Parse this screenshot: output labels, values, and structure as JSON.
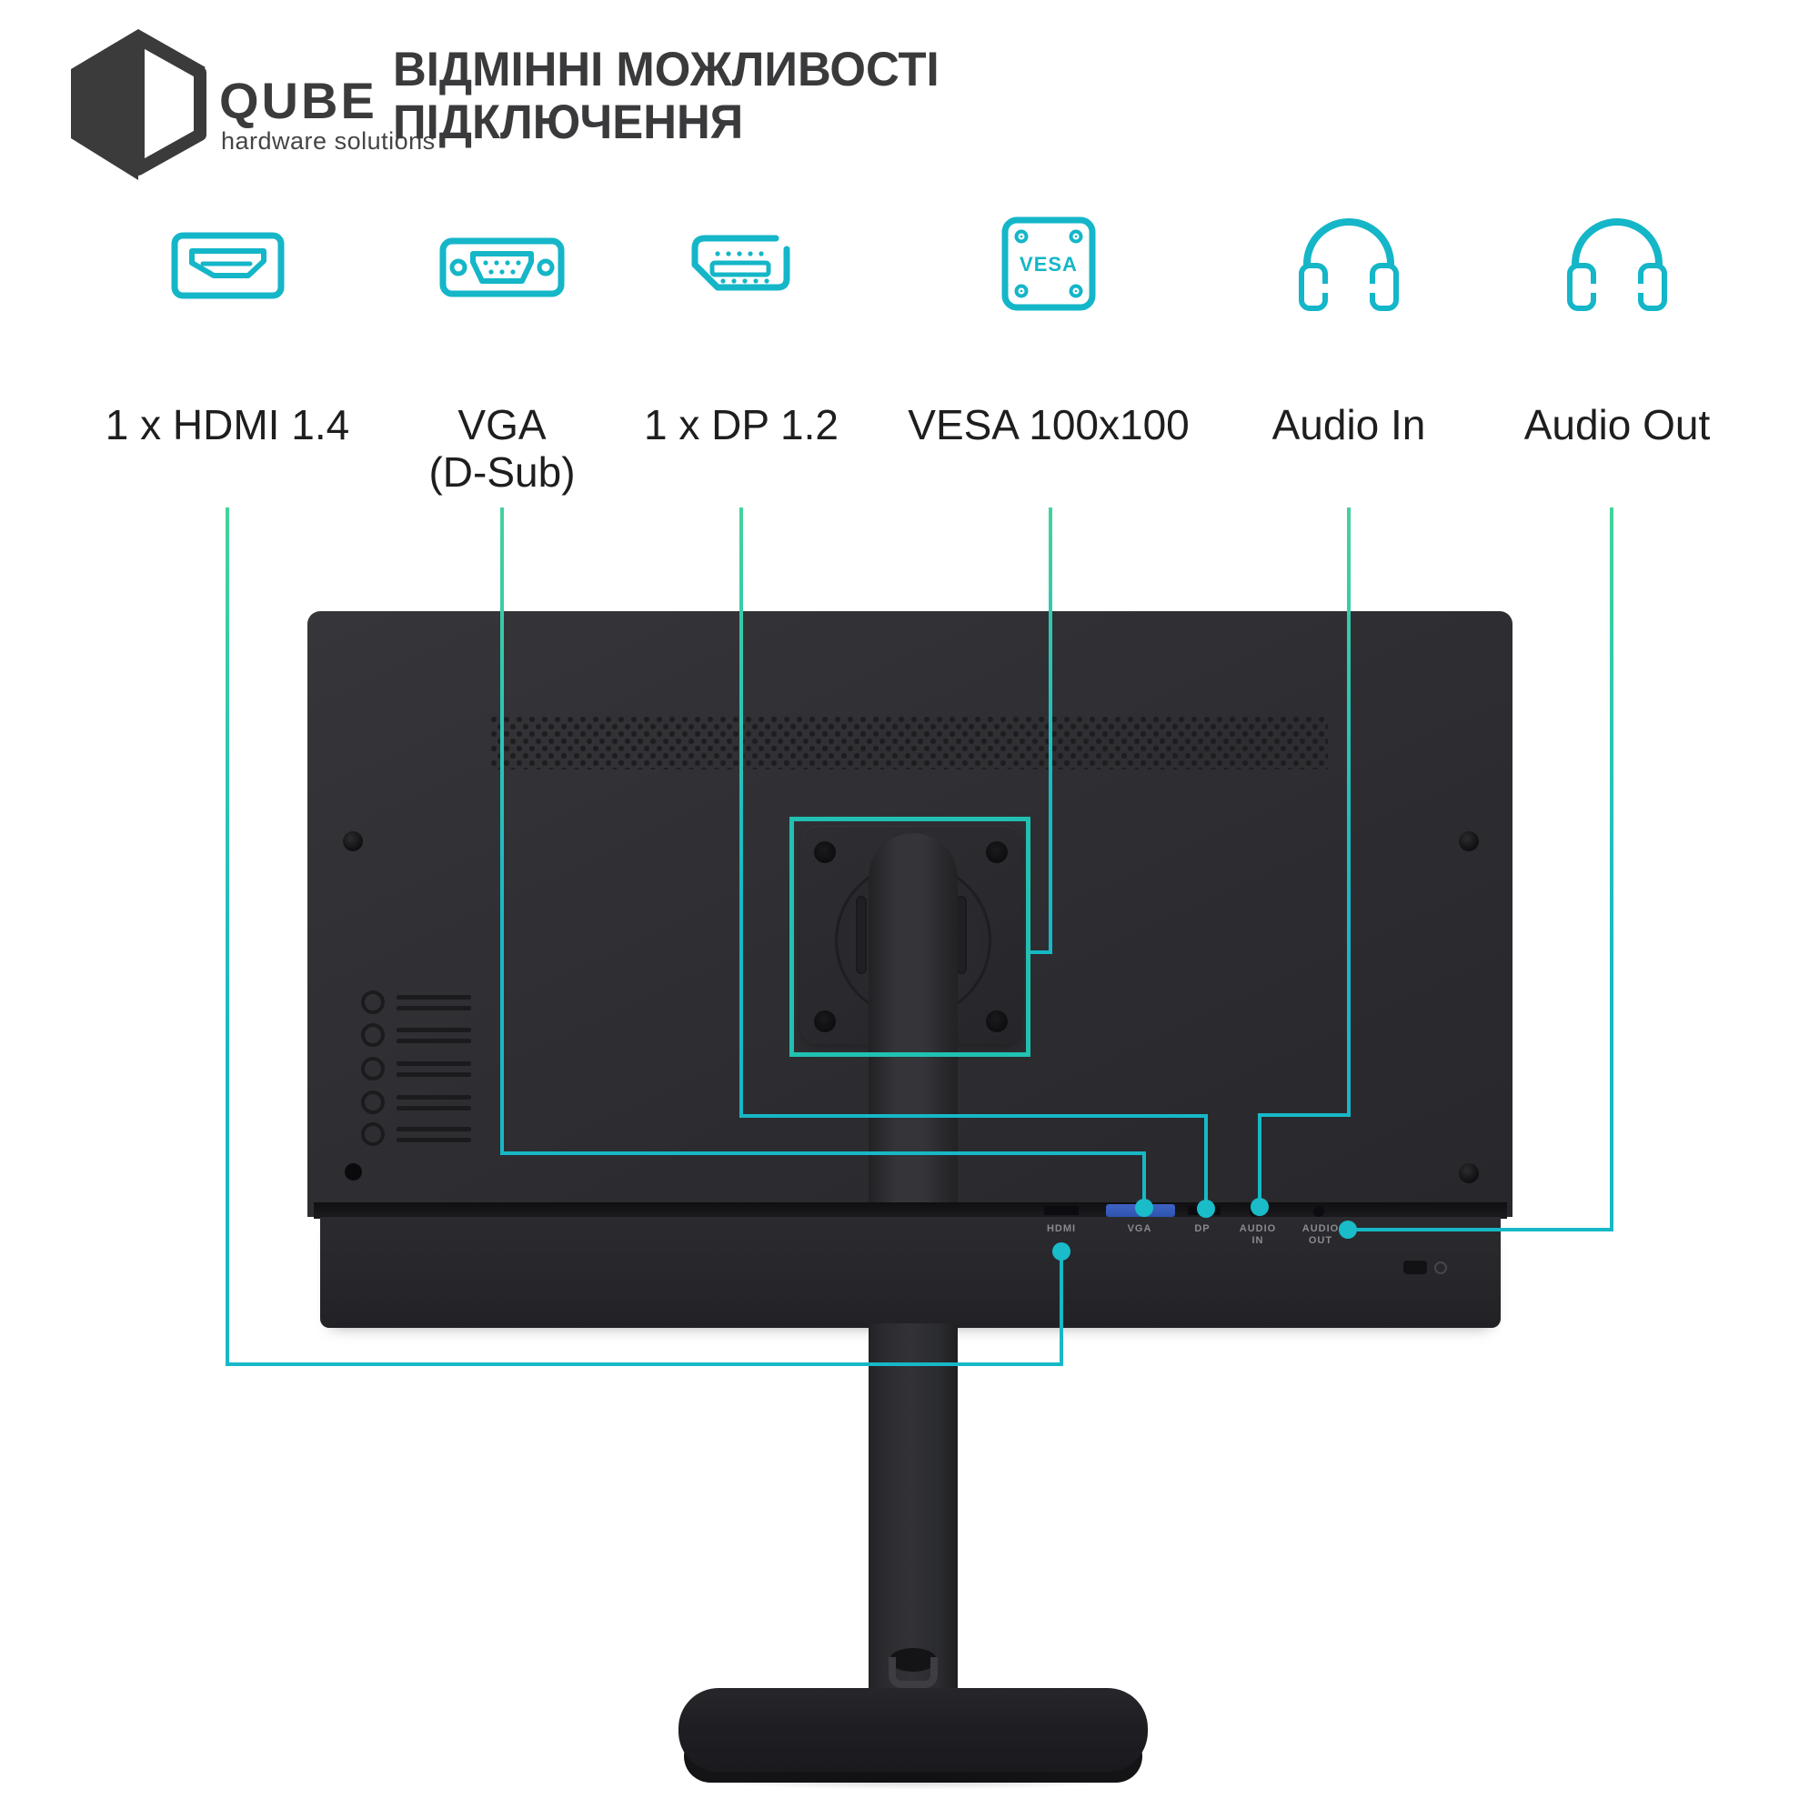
{
  "brand": {
    "name": "QUBE",
    "tagline": "hardware solutions"
  },
  "title": {
    "line1": "ВІДМІННІ МОЖЛИВОСТІ",
    "line2": "ПІДКЛЮЧЕННЯ"
  },
  "connectivity": {
    "items": [
      {
        "icon": "hdmi-port-icon",
        "label_line1": "1 x HDMI 1.4",
        "label_line2": ""
      },
      {
        "icon": "vga-port-icon",
        "label_line1": "VGA",
        "label_line2": "(D-Sub)"
      },
      {
        "icon": "displayport-icon",
        "label_line1": "1 x DP 1.2",
        "label_line2": ""
      },
      {
        "icon": "vesa-mount-icon",
        "label_line1": "VESA 100x100",
        "label_line2": "",
        "icon_text": "VESA"
      },
      {
        "icon": "headphones-icon",
        "label_line1": "Audio In",
        "label_line2": ""
      },
      {
        "icon": "headphones-icon",
        "label_line1": "Audio Out",
        "label_line2": ""
      }
    ]
  },
  "monitor": {
    "port_labels": [
      {
        "line1": "HDMI",
        "line2": ""
      },
      {
        "line1": "VGA",
        "line2": ""
      },
      {
        "line1": "DP",
        "line2": ""
      },
      {
        "line1": "AUDIO",
        "line2": "IN"
      },
      {
        "line1": "AUDIO",
        "line2": "OUT"
      }
    ]
  },
  "colors": {
    "accent": "#17b8c6",
    "accent_green": "#45d29a",
    "logo": "#3b3b3c",
    "monitor_body": "#2e2e32",
    "vga_port_blue": "#2e54b0"
  }
}
